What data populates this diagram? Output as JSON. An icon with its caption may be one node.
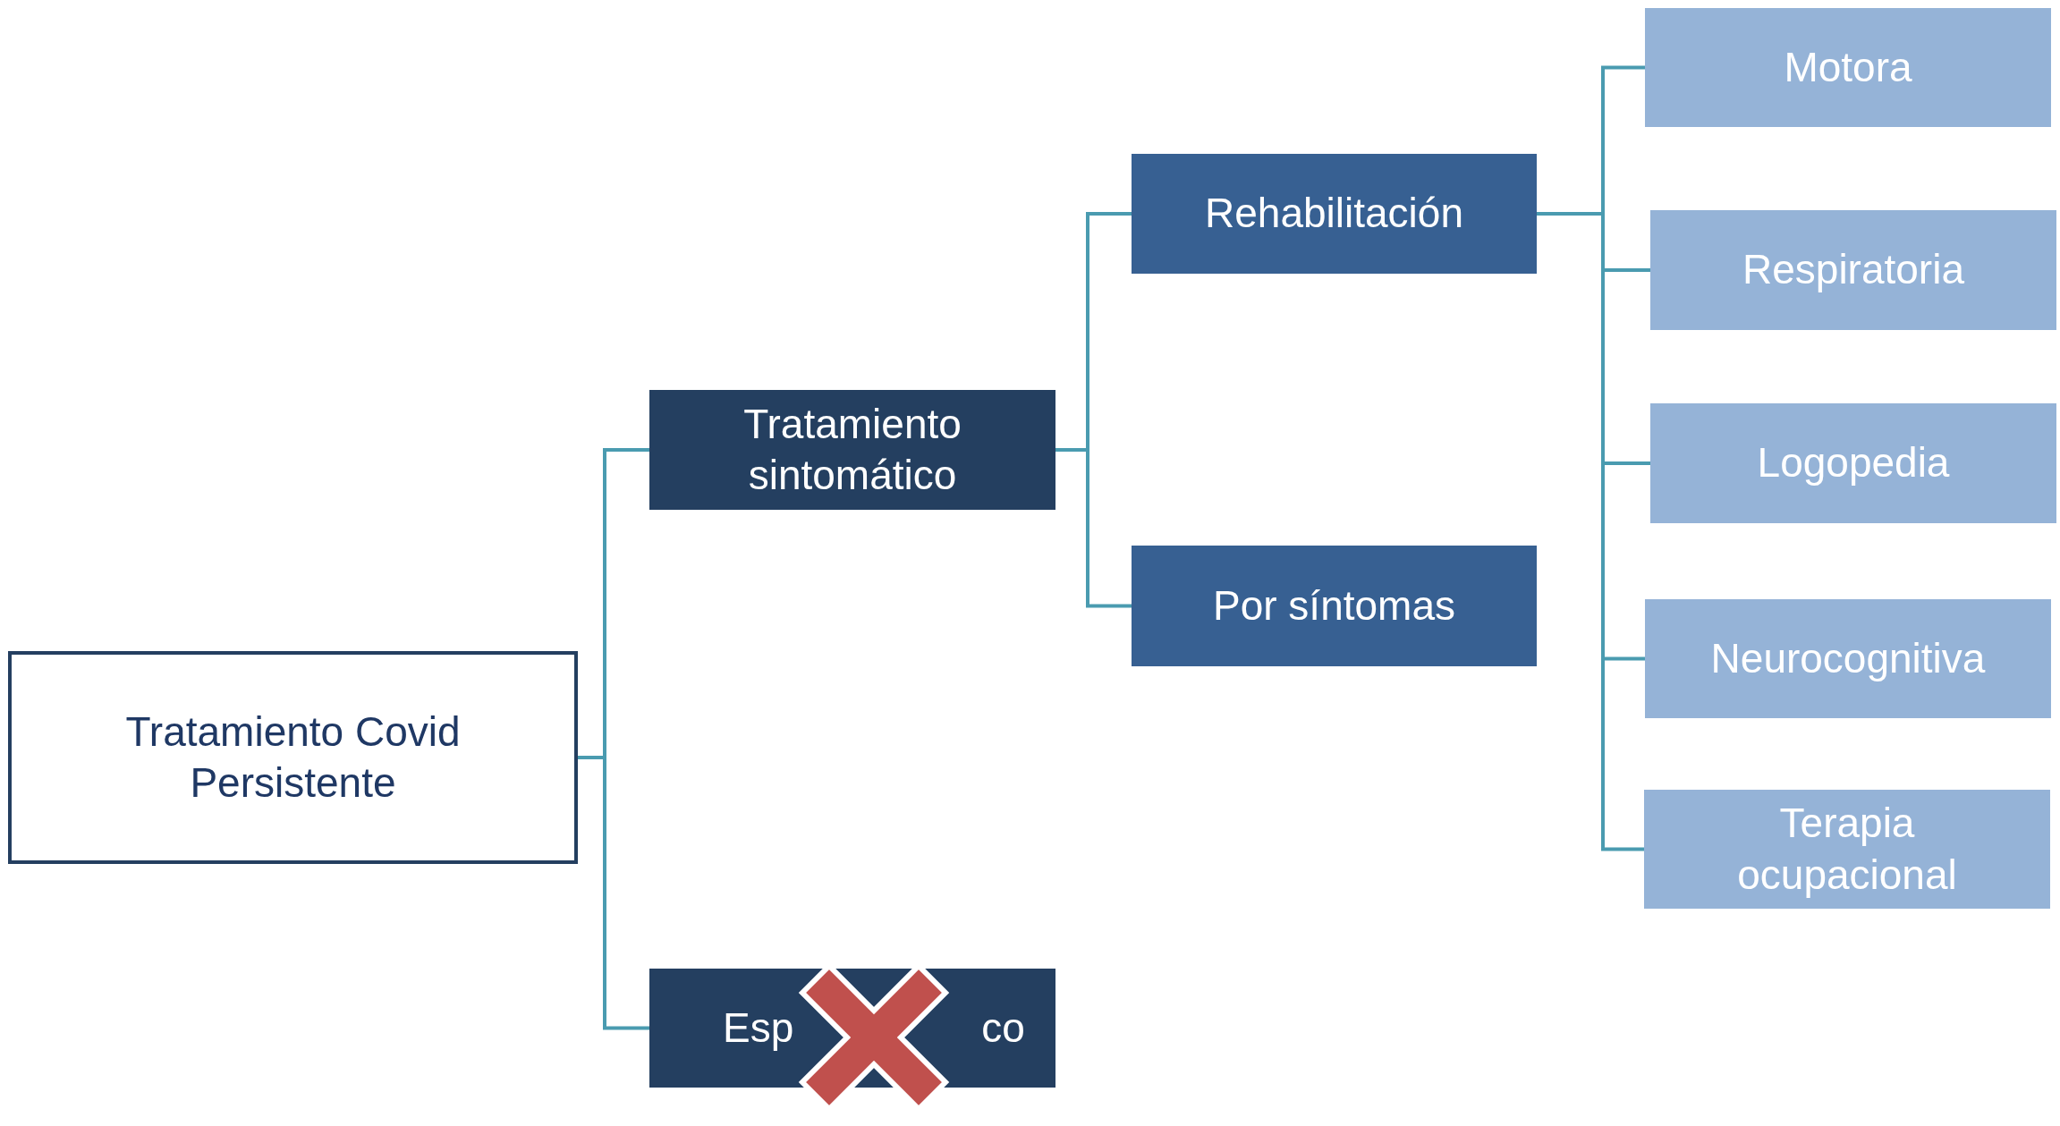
{
  "diagram": {
    "nodes": [
      {
        "text": [
          "Tratamiento Covid Persistente"
        ]
      },
      {
        "text": [
          "Tratamiento sintomático"
        ]
      },
      {
        "text": [
          "Rehabilitación"
        ]
      },
      {
        "text": [
          "Por síntomas"
        ]
      },
      {
        "text": [
          "Motora"
        ]
      },
      {
        "text": [
          "Respiratoria"
        ]
      },
      {
        "text": [
          "Logopedia"
        ]
      },
      {
        "text": [
          "Neurocognitiva"
        ]
      },
      {
        "text": [
          "Terapia ocupacional"
        ]
      },
      {
        "text": [
          "Esp",
          "co"
        ]
      }
    ],
    "edges": [
      {
        "from": 0,
        "to": 1,
        "arrow": "none"
      },
      {
        "from": 0,
        "to": 9,
        "arrow": "none"
      },
      {
        "from": 1,
        "to": 2,
        "arrow": "none"
      },
      {
        "from": 1,
        "to": 3,
        "arrow": "none"
      },
      {
        "from": 2,
        "to": 4,
        "arrow": "none"
      },
      {
        "from": 2,
        "to": 5,
        "arrow": "none"
      },
      {
        "from": 2,
        "to": 6,
        "arrow": "none"
      },
      {
        "from": 2,
        "to": 7,
        "arrow": "none"
      },
      {
        "from": 2,
        "to": 8,
        "arrow": "none"
      }
    ]
  }
}
